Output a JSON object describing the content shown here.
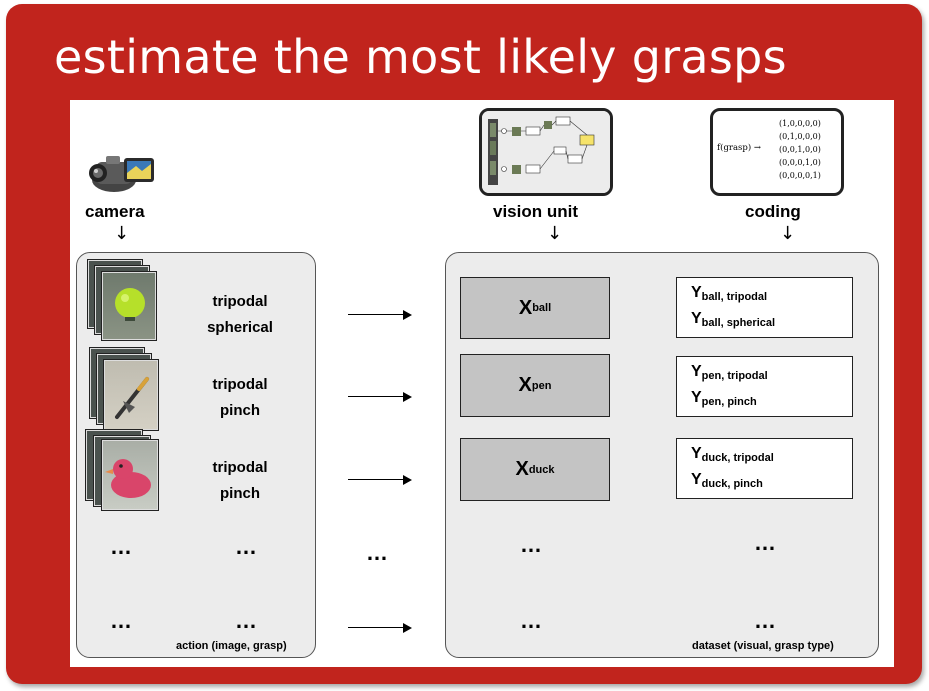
{
  "title": "estimate the most likely grasps",
  "inputs": {
    "camera_label": "camera",
    "vision_label": "vision unit",
    "coding_label": "coding",
    "coding_formula_lhs": "f(grasp) →",
    "coding_vectors": [
      "(1,0,0,0,0)",
      "(0,1,0,0,0)",
      "(0,0,1,0,0)",
      "(0,0,0,1,0)",
      "(0,0,0,0,1)"
    ]
  },
  "actions": {
    "rows": [
      {
        "object": "ball",
        "grasp_line1": "tripodal",
        "grasp_line2": "spherical"
      },
      {
        "object": "pen",
        "grasp_line1": "tripodal",
        "grasp_line2": "pinch"
      },
      {
        "object": "duck",
        "grasp_line1": "tripodal",
        "grasp_line2": "pinch"
      }
    ],
    "ellipsis": "…",
    "caption": "action (image, grasp)"
  },
  "dataset": {
    "x": [
      {
        "base": "X",
        "sub": "ball"
      },
      {
        "base": "X",
        "sub": "pen"
      },
      {
        "base": "X",
        "sub": "duck"
      }
    ],
    "y": [
      [
        {
          "base": "Y",
          "sub": "ball, tripodal"
        },
        {
          "base": "Y",
          "sub": "ball, spherical"
        }
      ],
      [
        {
          "base": "Y",
          "sub": "pen, tripodal"
        },
        {
          "base": "Y",
          "sub": "pen, pinch"
        }
      ],
      [
        {
          "base": "Y",
          "sub": "duck, tripodal"
        },
        {
          "base": "Y",
          "sub": "duck, pinch"
        }
      ]
    ],
    "ellipsis": "…",
    "caption": "dataset (visual, grasp type)"
  },
  "middle_ellipsis": "…",
  "colors": {
    "slide_background": "#c1241d",
    "panel_background": "#ffffff",
    "box_fill": "#ececec",
    "x_box_fill": "#c4c4c4",
    "ball": "#b6e02a",
    "duck": "#d9456a"
  },
  "icons": [
    "camcorder-icon",
    "vision-unit-diagram",
    "ball-photo",
    "pen-photo",
    "duck-photo"
  ]
}
